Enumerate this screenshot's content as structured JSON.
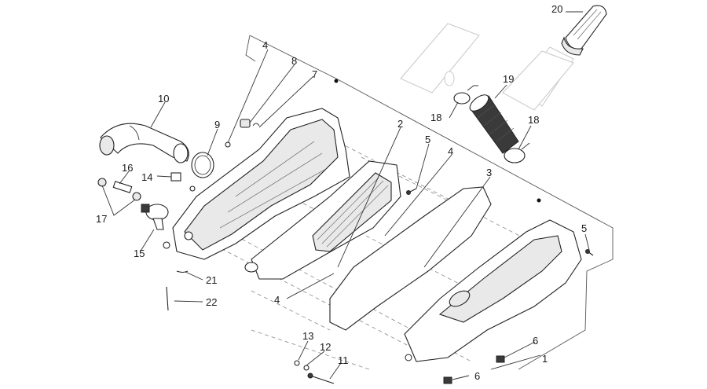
{
  "callouts": [
    {
      "id": "c1",
      "text": "1"
    },
    {
      "id": "c2",
      "text": "2"
    },
    {
      "id": "c3",
      "text": "3"
    },
    {
      "id": "c4a",
      "text": "4"
    },
    {
      "id": "c4b",
      "text": "4"
    },
    {
      "id": "c4c",
      "text": "4"
    },
    {
      "id": "c5a",
      "text": "5"
    },
    {
      "id": "c5b",
      "text": "5"
    },
    {
      "id": "c6a",
      "text": "6"
    },
    {
      "id": "c6b",
      "text": "6"
    },
    {
      "id": "c7",
      "text": "7"
    },
    {
      "id": "c8",
      "text": "8"
    },
    {
      "id": "c9",
      "text": "9"
    },
    {
      "id": "c10",
      "text": "10"
    },
    {
      "id": "c11",
      "text": "11"
    },
    {
      "id": "c12",
      "text": "12"
    },
    {
      "id": "c13",
      "text": "13"
    },
    {
      "id": "c14",
      "text": "14"
    },
    {
      "id": "c15",
      "text": "15"
    },
    {
      "id": "c16",
      "text": "16"
    },
    {
      "id": "c17",
      "text": "17"
    },
    {
      "id": "c18a",
      "text": "18"
    },
    {
      "id": "c18b",
      "text": "18"
    },
    {
      "id": "c19",
      "text": "19"
    },
    {
      "id": "c20",
      "text": "20"
    },
    {
      "id": "c21",
      "text": "21"
    },
    {
      "id": "c22",
      "text": "22"
    }
  ]
}
